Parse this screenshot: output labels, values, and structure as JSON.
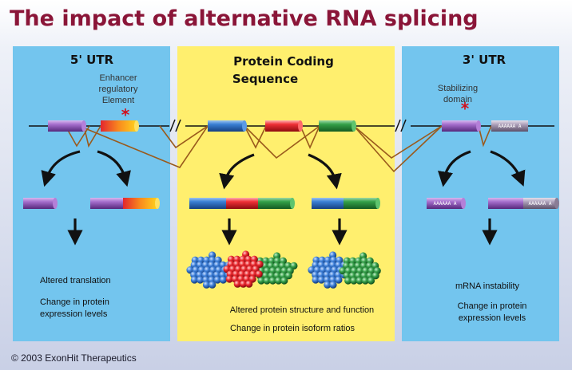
{
  "title": "The impact of alternative RNA splicing",
  "copyright": "© 2003 ExonHit Therapeutics",
  "panels": {
    "utr5": {
      "header": "5' UTR",
      "element_label": [
        "Enhancer",
        "regulatory",
        "Element"
      ],
      "effects": [
        "Altered translation",
        "Change in protein",
        "expression levels"
      ]
    },
    "coding": {
      "header": [
        "Protein Coding",
        "Sequence"
      ],
      "effects": [
        "Altered protein structure and function",
        "Change in protein isoform ratios"
      ]
    },
    "utr3": {
      "header": "3' UTR",
      "element_label": [
        "Stabilizing",
        "domain"
      ],
      "effects": [
        "mRNA instability",
        "Change in protein",
        "expression levels"
      ]
    }
  },
  "polyA_label": "AAAAAA A",
  "marker_symbol": "*",
  "colors": {
    "title": "#8a1538",
    "utr_panel": "#73c5ee",
    "coding_panel": "#ffef6e",
    "purple_exon": "#8f5bb5",
    "blue_exon": "#2f6ec2",
    "red_exon": "#e3262e",
    "green_exon": "#2c8a3e",
    "splice_line": "#9a5a1c"
  }
}
